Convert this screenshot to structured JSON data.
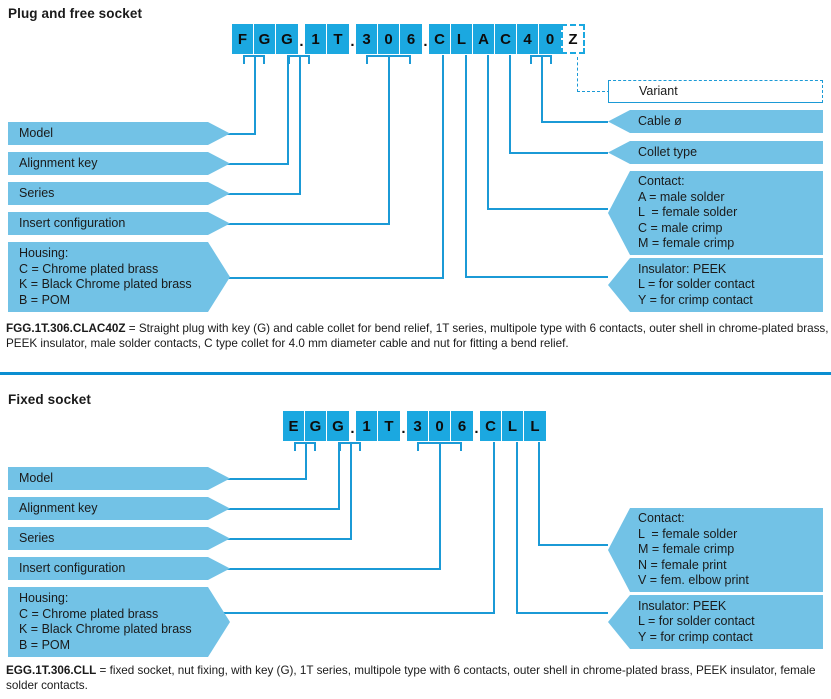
{
  "sections": [
    {
      "title": "Plug and free socket",
      "code": {
        "groups": [
          {
            "cells": [
              "F",
              "G",
              "G"
            ]
          },
          {
            "cells": [
              "1",
              "T"
            ]
          },
          {
            "cells": [
              "3",
              "0",
              "6"
            ]
          },
          {
            "cells": [
              "C",
              "L",
              "A",
              "C",
              "4",
              "0"
            ]
          }
        ],
        "separator": ".",
        "variant_cell": "Z"
      },
      "left_labels": [
        {
          "name": "model",
          "text": "Model"
        },
        {
          "name": "alignment-key",
          "text": "Alignment key"
        },
        {
          "name": "series",
          "text": "Series"
        },
        {
          "name": "insert-configuration",
          "text": "Insert configuration"
        },
        {
          "name": "housing",
          "text": "Housing:\nC = Chrome plated brass\nK = Black Chrome plated brass\nB = POM"
        }
      ],
      "right_labels": [
        {
          "name": "variant",
          "text": "Variant",
          "style": "dashed"
        },
        {
          "name": "cable-diameter",
          "text": "Cable ø",
          "style": "filled"
        },
        {
          "name": "collet-type",
          "text": "Collet type",
          "style": "filled"
        },
        {
          "name": "contact",
          "text": "Contact:\nA = male solder\nL  = female solder\nC = male crimp\nM = female crimp",
          "style": "filled"
        },
        {
          "name": "insulator",
          "text": "Insulator: PEEK\nL = for solder contact\nY = for crimp contact",
          "style": "filled"
        }
      ],
      "caption_code": "FGG.1T.306.CLAC40Z",
      "caption_text": " = Straight plug with key (G) and cable collet for bend relief, 1T series, multipole type with 6 contacts, outer shell in chrome-plated brass, PEEK insulator, male solder contacts, C type collet for 4.0 mm diameter cable and nut for fitting a bend relief."
    },
    {
      "title": "Fixed socket",
      "code": {
        "groups": [
          {
            "cells": [
              "E",
              "G",
              "G"
            ]
          },
          {
            "cells": [
              "1",
              "T"
            ]
          },
          {
            "cells": [
              "3",
              "0",
              "6"
            ]
          },
          {
            "cells": [
              "C",
              "L",
              "L"
            ]
          }
        ],
        "separator": ".",
        "variant_cell": ""
      },
      "left_labels": [
        {
          "name": "model",
          "text": "Model"
        },
        {
          "name": "alignment-key",
          "text": "Alignment key"
        },
        {
          "name": "series",
          "text": "Series"
        },
        {
          "name": "insert-configuration",
          "text": "Insert configuration"
        },
        {
          "name": "housing",
          "text": "Housing:\nC = Chrome plated brass\nK = Black Chrome plated brass\nB = POM"
        }
      ],
      "right_labels": [
        {
          "name": "contact",
          "text": "Contact:\nL  = female solder\nM = female crimp\nN = female print\nV = fem. elbow print",
          "style": "filled"
        },
        {
          "name": "insulator",
          "text": "Insulator: PEEK\nL = for solder contact\nY = for crimp contact",
          "style": "filled"
        }
      ],
      "caption_code": "EGG.1T.306.CLL",
      "caption_text": " = fixed socket, nut fixing, with key (G), 1T series, multipole type with 6 contacts, outer shell in chrome-plated brass, PEEK insulator, female solder contacts."
    }
  ],
  "colors": {
    "code_box": "#1ba8e0",
    "label_box": "#72c2e6",
    "line": "#1b9ad6",
    "divider": "#0b8ed1",
    "text": "#1a1a1a"
  }
}
